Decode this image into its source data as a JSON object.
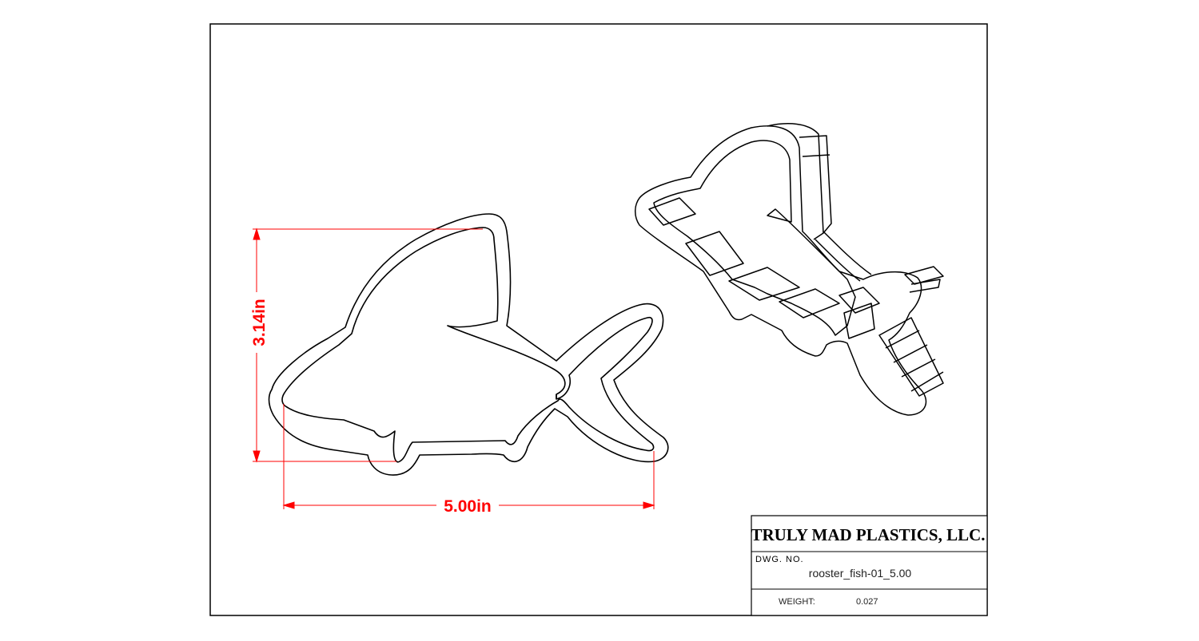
{
  "drawing": {
    "dimensions": {
      "height": "3.14in",
      "width": "5.00in"
    }
  },
  "title_block": {
    "company": "TRULY MAD PLASTICS, LLC.",
    "dwg_no_label": "DWG. NO.",
    "dwg_no": "rooster_fish-01_5.00",
    "weight_label": "WEIGHT:",
    "weight": "0.027"
  },
  "colors": {
    "dimension": "#ff0000",
    "line": "#000000",
    "background": "#ffffff"
  }
}
